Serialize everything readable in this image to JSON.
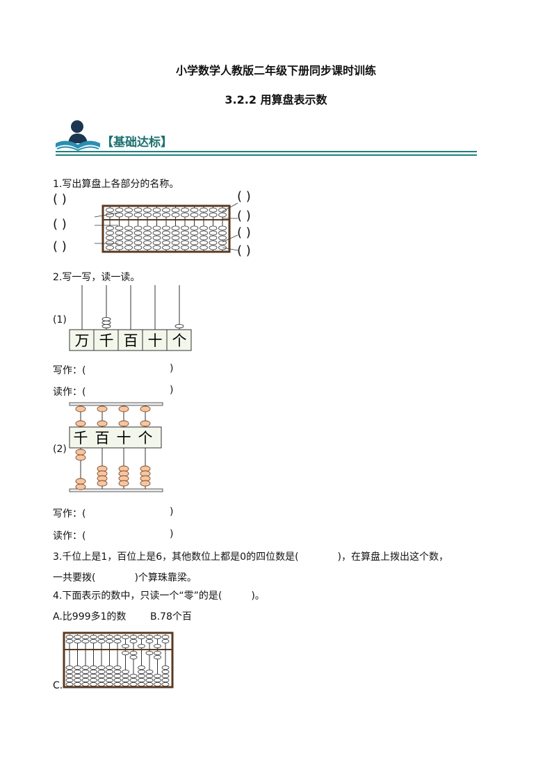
{
  "header": {
    "title": "小学数学人教版二年级下册同步课时训练",
    "subtitle": "3.2.2 用算盘表示数"
  },
  "section": {
    "label": "【基础达标】",
    "icon": "reader-book-icon",
    "color": "#1b6f6f"
  },
  "q1": {
    "text": "1.写出算盘上各部分的名称。",
    "left_blanks": [
      "(        )",
      "(        )",
      "(        )"
    ],
    "right_blanks": [
      "(        )",
      "(        )",
      "(        )",
      "(        )"
    ]
  },
  "q2": {
    "text": "2.写一写，读一读。",
    "part1": {
      "label": "(1)",
      "places": [
        "万",
        "千",
        "百",
        "十",
        "个"
      ],
      "beads": [
        0,
        3,
        0,
        0,
        1
      ],
      "write_label": "写作：(",
      "write_close": ")",
      "read_label": "读作：(",
      "read_close": ")"
    },
    "part2": {
      "label": "(2)",
      "places": [
        "千",
        "百",
        "十",
        "个"
      ],
      "upper_beads": [
        1,
        1,
        1,
        1
      ],
      "lower_beads": [
        2,
        4,
        4,
        4
      ],
      "write_label": "写作：(",
      "write_close": ")",
      "read_label": "读作：(",
      "read_close": ")"
    }
  },
  "q3": {
    "line1": "3.千位上是1，百位上是6，其他数位上都是0的四位数是(　　　　)，在算盘上拨出这个数，",
    "line2": "一共要拨(　　　　)个算珠靠梁。"
  },
  "q4": {
    "text": "4.下面表示的数中，只读一个“零”的是(　　　)。",
    "option_a": "A.比999多1的数",
    "option_b": "B.78个百",
    "option_c": "C."
  }
}
